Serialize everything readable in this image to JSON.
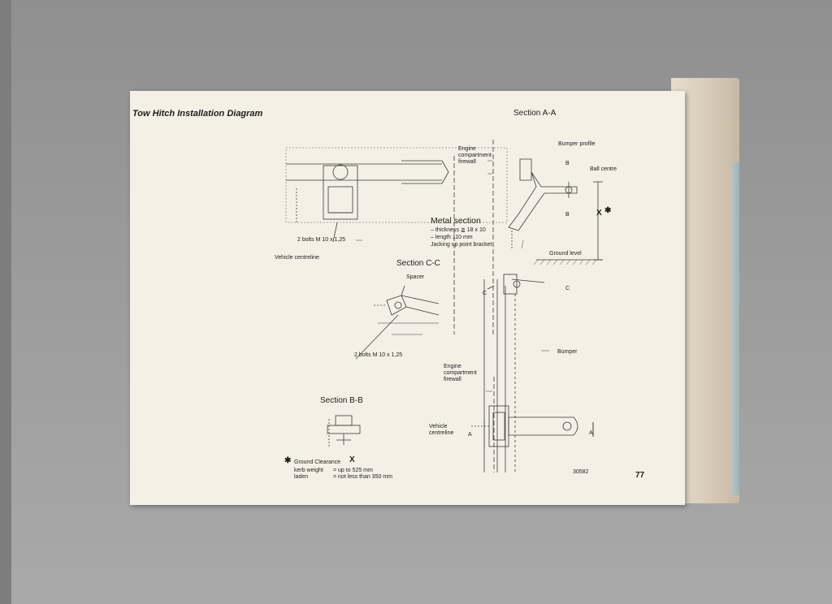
{
  "page_title": "Tow Hitch Installation Diagram",
  "page_number": "77",
  "figure_number": "30582",
  "sections": {
    "a_a": "Section A-A",
    "b_b": "Section B-B",
    "c_c": "Section C-C"
  },
  "labels": {
    "engine_firewall_1": "Engine\ncompartment\nfirewall",
    "engine_firewall_2": "Engine\ncompartment\nfirewall",
    "bumper_profile": "Bumper profile",
    "ball_centre": "Ball centre",
    "metal_section": "Metal section",
    "thickness": "– thickness ≧ 18 x 10",
    "length": "– length 110 mm",
    "jacking_point": "Jacking up point bracket",
    "ground_level": "Ground level",
    "bolts_top": "2 bolts M 10 x 1,25",
    "bolts_mid": "2 bolts M 10 x 1,25",
    "vehicle_centreline_top": "Vehicle centreline",
    "vehicle_centreline_bottom": "Vehicle\ncentreline",
    "spacer": "Spacer",
    "bumper": "Bumper",
    "marker_b": "B",
    "marker_c": "C",
    "marker_a": "A",
    "marker_x": "X",
    "asterisk": "✱"
  },
  "clearance": {
    "heading": "Ground Clearance",
    "symbol": "X",
    "kerb_label": "kerb weight",
    "kerb_value": "= up to 525 mm",
    "laden_label": "laden",
    "laden_value": "= not less than 350 mm"
  }
}
